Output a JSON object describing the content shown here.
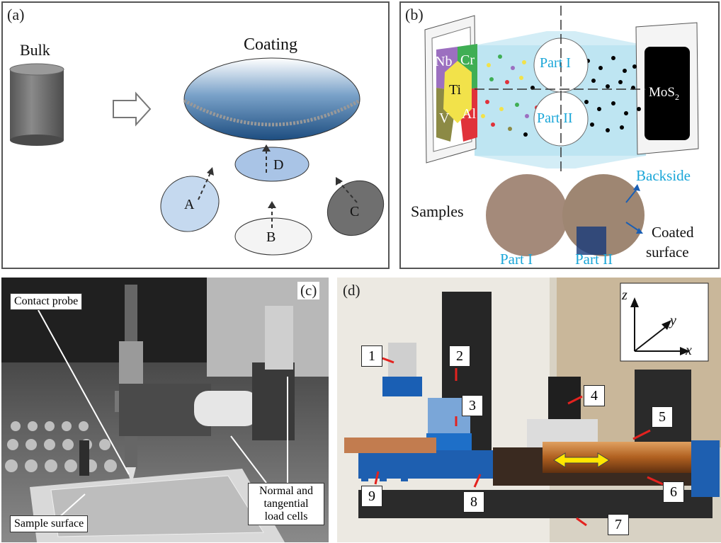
{
  "panel_a": {
    "tag": "(a)",
    "bulk_label": "Bulk",
    "coating_label": "Coating",
    "pieces": [
      "A",
      "B",
      "C",
      "D"
    ]
  },
  "panel_b": {
    "tag": "(b)",
    "target_elements": [
      "Nb",
      "Cr",
      "Ti",
      "V",
      "Al"
    ],
    "mos2_label": "MoS",
    "mos2_sub": "2",
    "part1": "Part I",
    "part2": "Part II",
    "samples_label": "Samples",
    "backside_label": "Backside",
    "coated_label_1": "Coated",
    "coated_label_2": "surface",
    "colors": {
      "nb": "#9c6fc0",
      "cr": "#3fae54",
      "ti": "#f2e24a",
      "v": "#8c8a45",
      "al": "#e0323a",
      "beam": "#9fd9ec",
      "accent": "#1aa6d8"
    }
  },
  "panel_c": {
    "tag": "(c)",
    "contact_probe": "Contact probe",
    "sample_surface": "Sample surface",
    "load_cells_1": "Normal and",
    "load_cells_2": "tangential",
    "load_cells_3": "load cells"
  },
  "panel_d": {
    "tag": "(d)",
    "axis_z": "z",
    "axis_y": "y",
    "axis_x": "x",
    "callouts": [
      "1",
      "2",
      "3",
      "4",
      "5",
      "6",
      "7",
      "8",
      "9"
    ]
  }
}
